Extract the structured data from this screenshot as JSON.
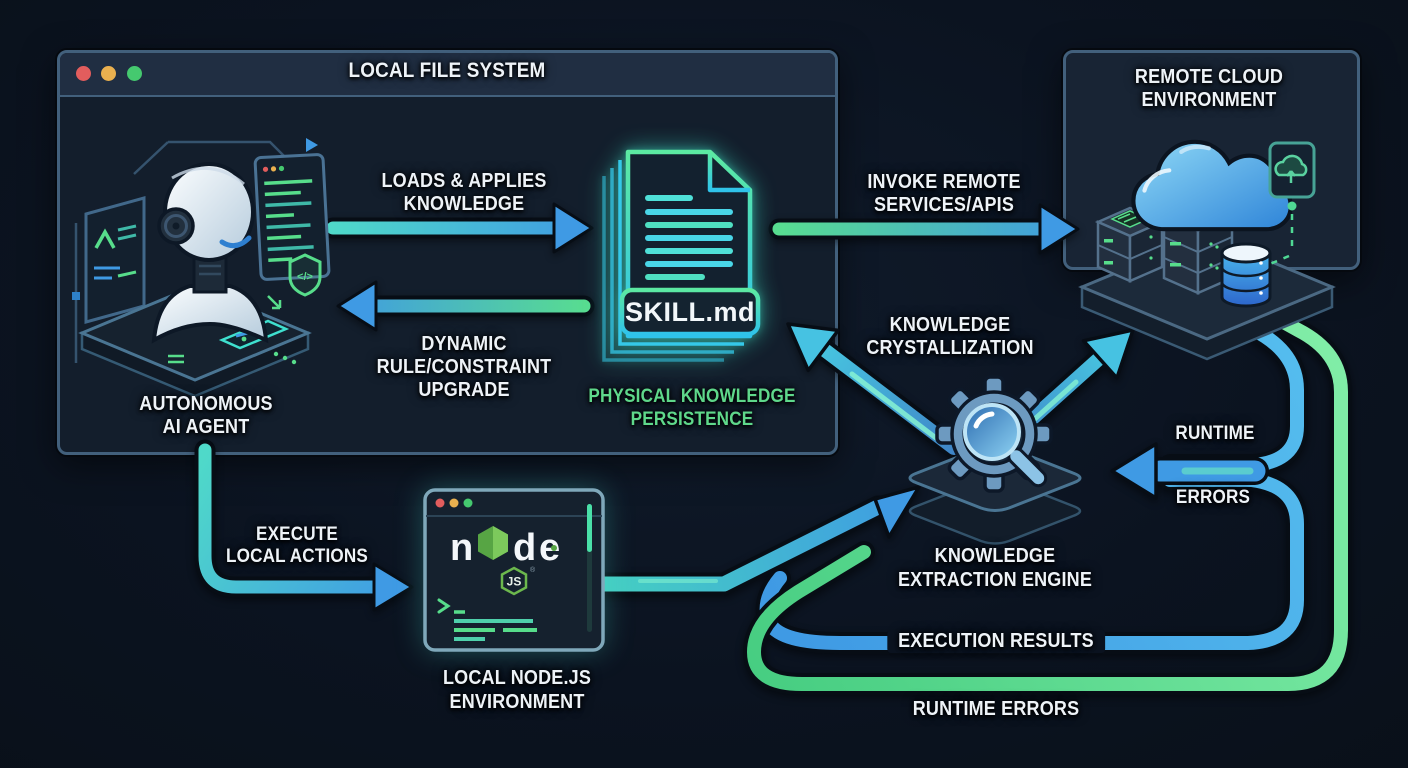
{
  "colors": {
    "background": "#0b1320",
    "panel_border": "#42607c",
    "accent_blue": "#3f9ae4",
    "accent_teal": "#4fd9c9",
    "accent_green": "#58dd90",
    "glow_cyan": "#3ee4c6",
    "text_white": "#eef3f8",
    "text_green": "#5fd88b",
    "traffic_red": "#e25d5d",
    "traffic_yellow": "#e9b04f",
    "traffic_green": "#45c96f"
  },
  "local_window": {
    "title": "LOCAL FILE SYSTEM",
    "agent_label": [
      "AUTONOMOUS",
      "AI AGENT"
    ],
    "loads_label": [
      "LOADS & APPLIES",
      "KNOWLEDGE"
    ],
    "dynamic_label": [
      "DYNAMIC",
      "RULE/CONSTRAINT",
      "UPGRADE"
    ],
    "doc_name": "SKILL.md",
    "doc_caption": [
      "PHYSICAL KNOWLEDGE",
      "PERSISTENCE"
    ]
  },
  "cloud_box": {
    "title": [
      "REMOTE CLOUD",
      "ENVIRONMENT"
    ]
  },
  "node_window": {
    "logo_letters": [
      "n",
      "d",
      "e"
    ],
    "logo_badge": "JS",
    "caption": [
      "LOCAL NODE.JS",
      "ENVIRONMENT"
    ]
  },
  "engine": {
    "caption": [
      "KNOWLEDGE",
      "EXTRACTION ENGINE"
    ]
  },
  "flow_labels": {
    "invoke": [
      "INVOKE REMOTE",
      "SERVICES/APIS"
    ],
    "crystallization": [
      "KNOWLEDGE",
      "CRYSTALLIZATION"
    ],
    "runtime_word": "RUNTIME",
    "errors_word": "ERRORS",
    "execute": [
      "EXECUTE",
      "LOCAL ACTIONS"
    ],
    "execution_results": "EXECUTION RESULTS",
    "runtime_errors": "RUNTIME ERRORS"
  }
}
